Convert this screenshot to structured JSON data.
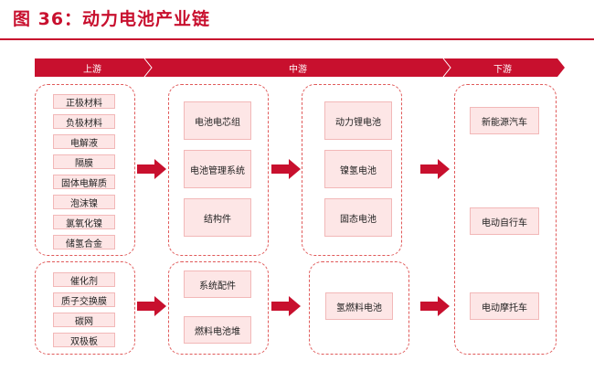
{
  "title": "图 36：动力电池产业链",
  "colors": {
    "accent": "#c8102e",
    "node_fill": "#fde6e6",
    "node_border": "#f2b8b8",
    "group_border": "#e05a5a"
  },
  "stages": {
    "upstream": "上游",
    "midstream": "中游",
    "downstream": "下游"
  },
  "upstream_top": [
    "正极材料",
    "负极材料",
    "电解液",
    "隔膜",
    "固体电解质",
    "泡沫镍",
    "氯氧化镍",
    "储氢合金"
  ],
  "upstream_bottom": [
    "催化剂",
    "质子交换膜",
    "碳网",
    "双极板"
  ],
  "mid1_top": [
    "电池电芯组",
    "电池管理系统",
    "结构件"
  ],
  "mid1_bottom": [
    "系统配件",
    "燃料电池堆"
  ],
  "mid2_top": [
    "动力锂电池",
    "镍氢电池",
    "固态电池"
  ],
  "mid2_bottom": [
    "氢燃料电池"
  ],
  "downstream": [
    "新能源汽车",
    "电动自行车",
    "电动摩托车"
  ]
}
